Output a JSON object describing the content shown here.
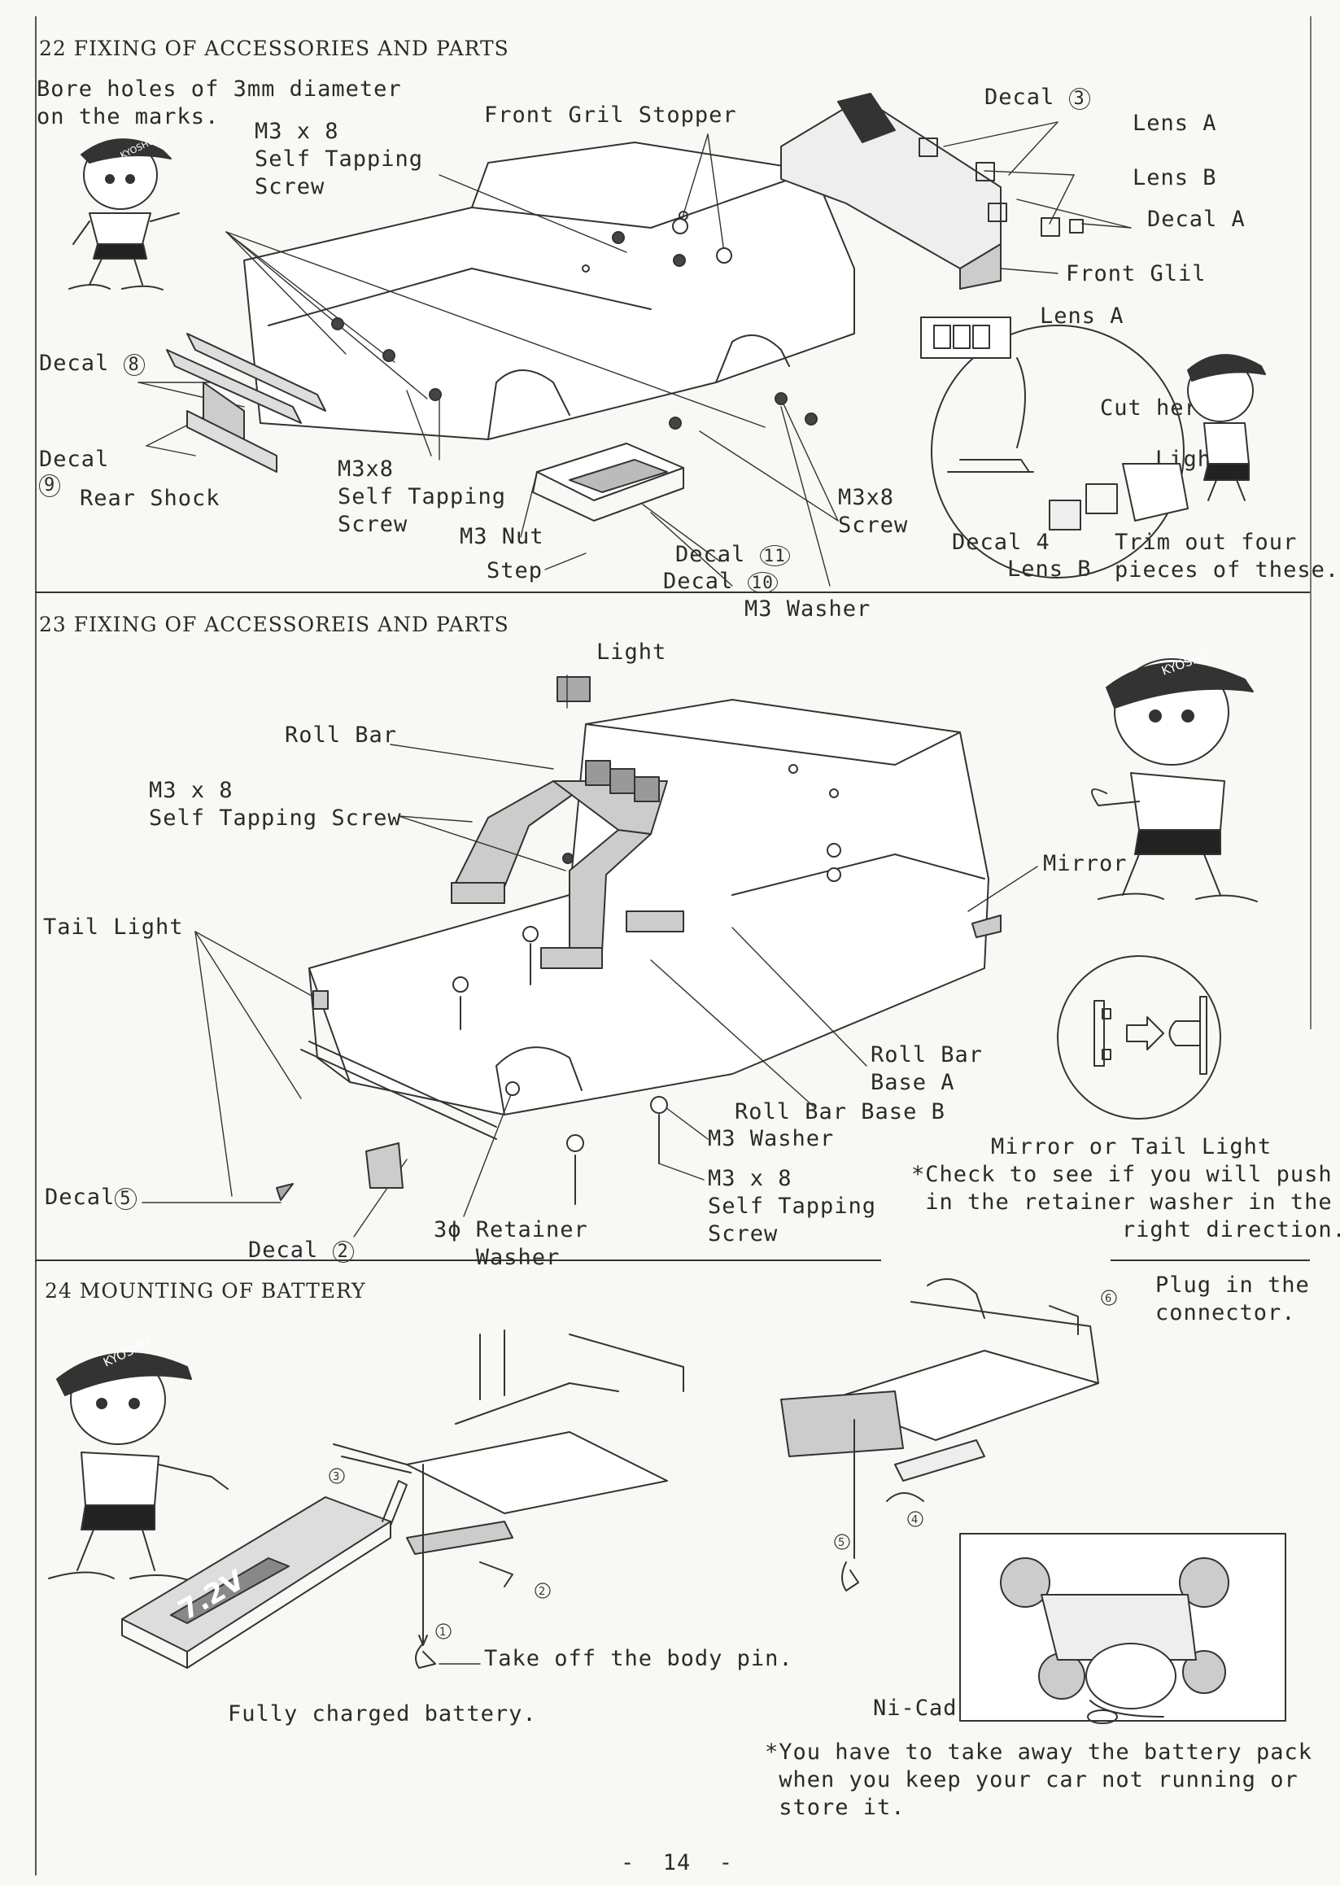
{
  "sections": {
    "s22": {
      "title": "22 FIXING OF ACCESSORIES AND PARTS",
      "labels": {
        "bore": "Bore holes of 3mm diameter\non the marks.",
        "m3x8_top": "M3 x 8\nSelf Tapping\nScrew",
        "front_gril_stopper": "Front Gril Stopper",
        "decal3": "Decal",
        "decal3_num": "3",
        "lens_a1": "Lens A",
        "lens_b1": "Lens B",
        "decal_a": "Decal A",
        "front_glil": "Front Glil",
        "lens_a2": "Lens A",
        "decal8": "Decal",
        "decal8_num": "8",
        "decal9": "Decal",
        "decal9_num": "9",
        "rear_shock": "Rear Shock",
        "m3x8_mid": "M3x8\nSelf Tapping\nScrew",
        "m3_nut": "M3 Nut",
        "step": "Step",
        "decal11": "Decal",
        "decal11_num": "11",
        "decal10": "Decal",
        "decal10_num": "10",
        "m3_washer": "M3 Washer",
        "m3x8_right": "M3x8\nScrew",
        "cut_here": "Cut here",
        "light": "Light",
        "decal4": "Decal 4",
        "lens_b2": "Lens B",
        "trim": "Trim out four\npieces of these."
      }
    },
    "s23": {
      "title": "23 FIXING OF ACCESSOREIS AND PARTS",
      "labels": {
        "light": "Light",
        "roll_bar": "Roll Bar",
        "m3x8": "M3 x 8\nSelf Tapping Screw",
        "mirror": "Mirror",
        "tail_light": "Tail Light",
        "roll_bar_base_a": "Roll Bar\nBase A",
        "roll_bar_base_b": "Roll Bar Base B",
        "m3_washer": "M3 Washer",
        "m3x8_b": "M3 x 8\nSelf Tapping\nScrew",
        "decal5": "Decal",
        "decal5_num": "5",
        "decal2": "Decal",
        "decal2_num": "2",
        "retainer": "3ϕ Retainer\n   Washer",
        "mirror_or_tail": "Mirror or Tail Light",
        "check": "*Check to see if you will push\n in the retainer washer in the\n               right direction."
      }
    },
    "s24": {
      "title": "24 MOUNTING OF BATTERY",
      "labels": {
        "plug": "Plug in the\nconnector.",
        "take_off": "Take off the body pin.",
        "fully_charged": "Fully charged battery.",
        "nicad": "Ni-Cad Battery",
        "note": "*You have to take away the battery pack\n when you keep your car not running or\n store it.",
        "battery_text": "7.2V",
        "cap_text": "KYOSHO"
      },
      "steps": [
        "1",
        "2",
        "3",
        "4",
        "5",
        "6"
      ]
    }
  },
  "footer": {
    "page_number": "-  14  -"
  }
}
